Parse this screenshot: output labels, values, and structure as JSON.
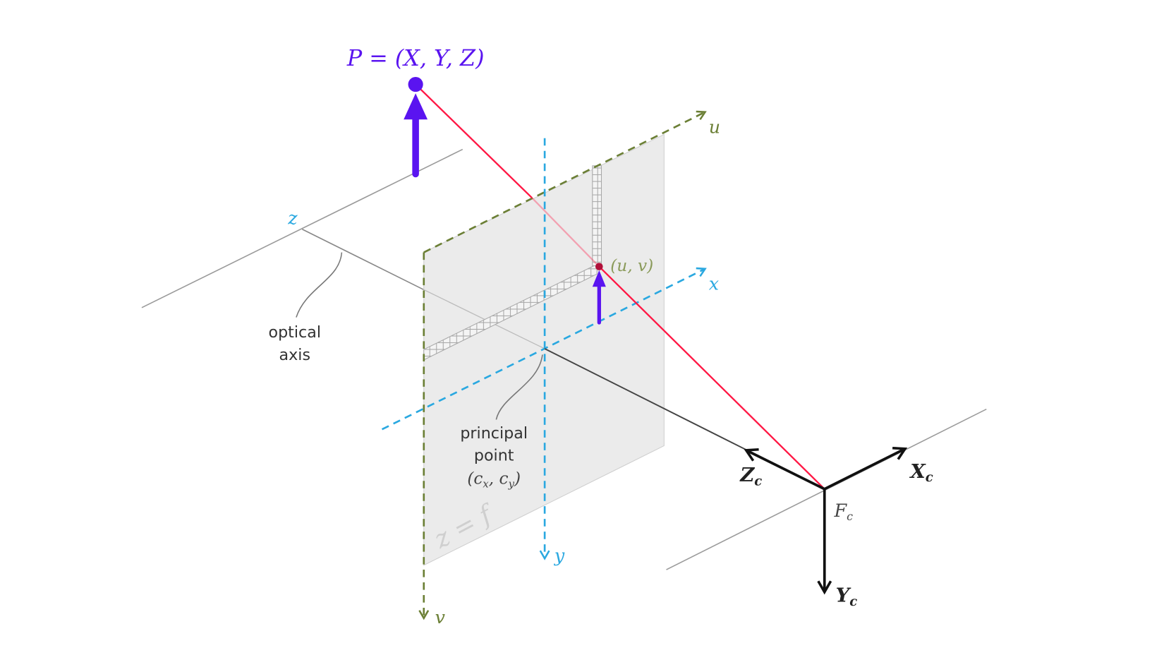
{
  "colors": {
    "point": "#5a14f0",
    "ray": "#ff1744",
    "image_axes": "#6b7f35",
    "camera_axes_blue": "#2aa8e0",
    "frame": "#111111",
    "guide": "#9a9a9a",
    "plane_fill": "#e6e6e6"
  },
  "labels": {
    "world_point": "P = (X, Y, Z)",
    "u_axis": "u",
    "v_axis": "v",
    "x_axis": "x",
    "y_axis": "y",
    "z_axis": "z",
    "image_point": "(u, v)",
    "optical_axis_line1": "optical",
    "optical_axis_line2": "axis",
    "principal_point_line1": "principal",
    "principal_point_line2": "point",
    "principal_point_coords_open": "(c",
    "principal_point_cx_sub": "x",
    "principal_point_sep": ", c",
    "principal_point_cy_sub": "y",
    "principal_point_close": ")",
    "plane_equation": "z = f",
    "camera_frame": "F",
    "camera_frame_sub": "c",
    "Xc": "X",
    "Xc_sub": "c",
    "Yc": "Y",
    "Yc_sub": "c",
    "Zc": "Z",
    "Zc_sub": "c"
  }
}
